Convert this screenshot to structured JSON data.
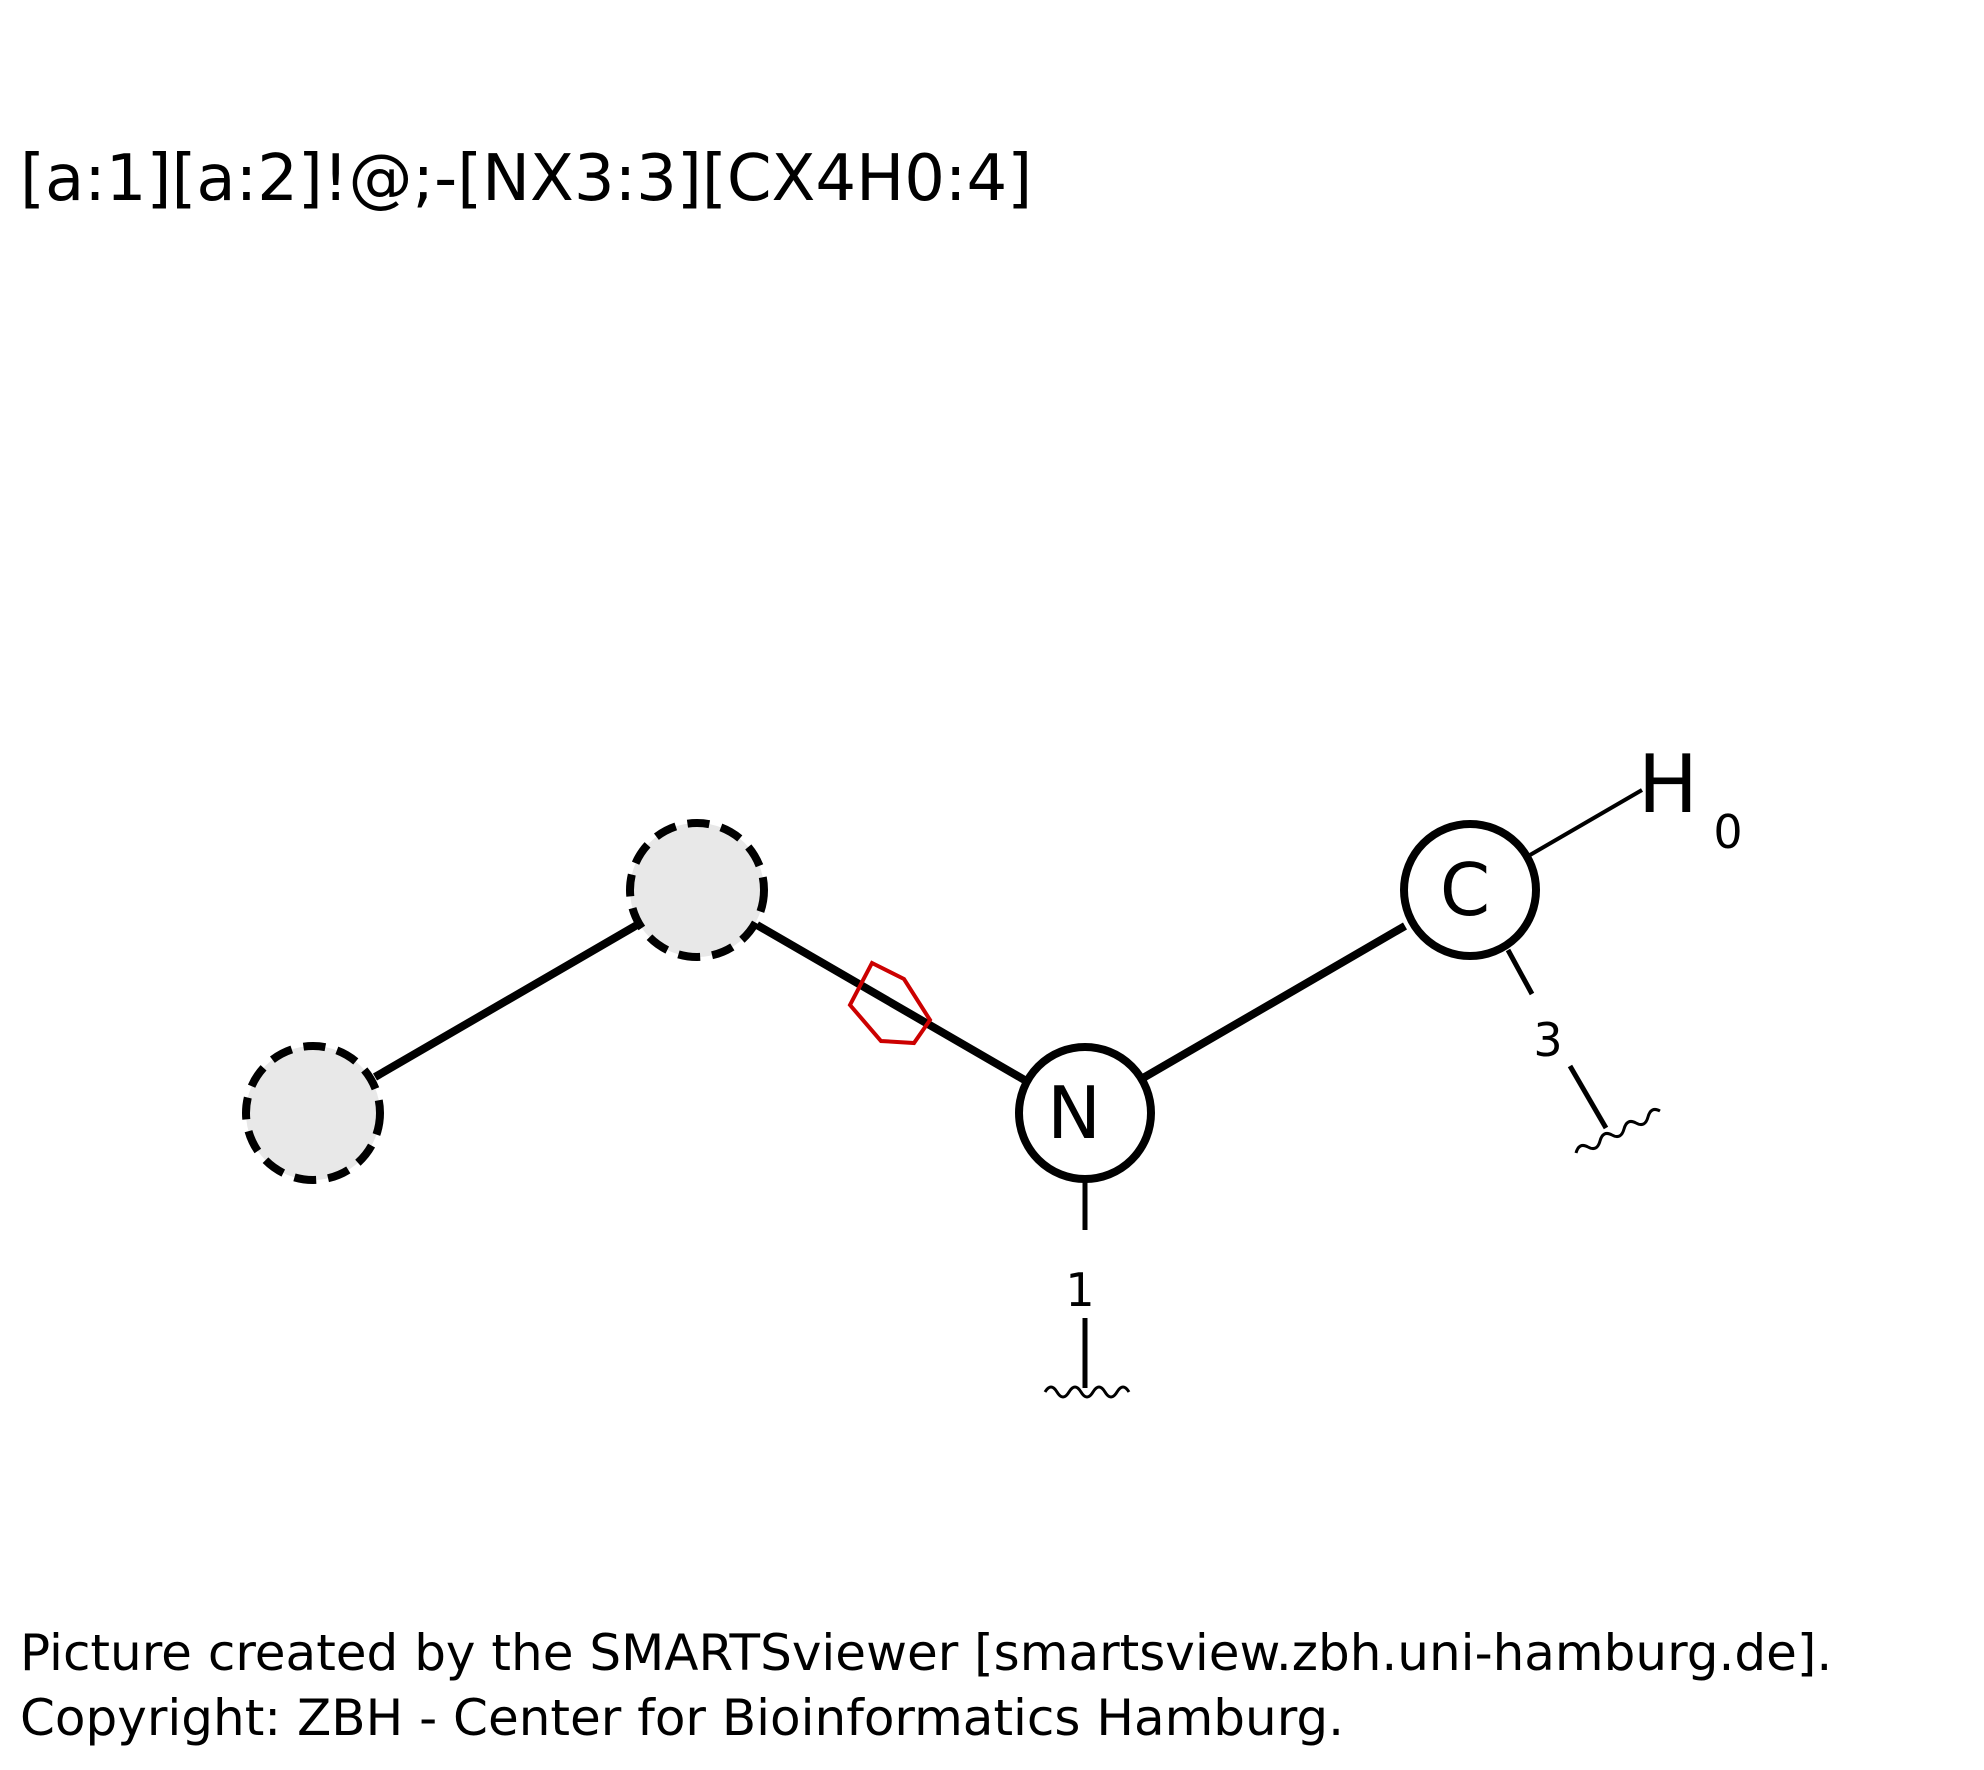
{
  "smarts": "[a:1][a:2]!@;-[NX3:3][CX4H0:4]",
  "atoms": {
    "a1": {
      "label": "",
      "style": "dashed"
    },
    "a2": {
      "label": "",
      "style": "dashed"
    },
    "n3": {
      "label": "N",
      "style": "solid"
    },
    "c4": {
      "label": "C",
      "style": "solid"
    }
  },
  "annotations": {
    "n_degree": "1",
    "c_degree": "3",
    "h_label": "H",
    "h_count": "0"
  },
  "footer": {
    "line1": "Picture created by the SMARTSviewer [smartsview.zbh.uni-hamburg.de].",
    "line2": "Copyright: ZBH - Center for Bioinformatics Hamburg."
  },
  "colors": {
    "bond": "#000000",
    "aromatic_fill": "#e8e8e8",
    "nonring_marker": "#cc0000"
  }
}
